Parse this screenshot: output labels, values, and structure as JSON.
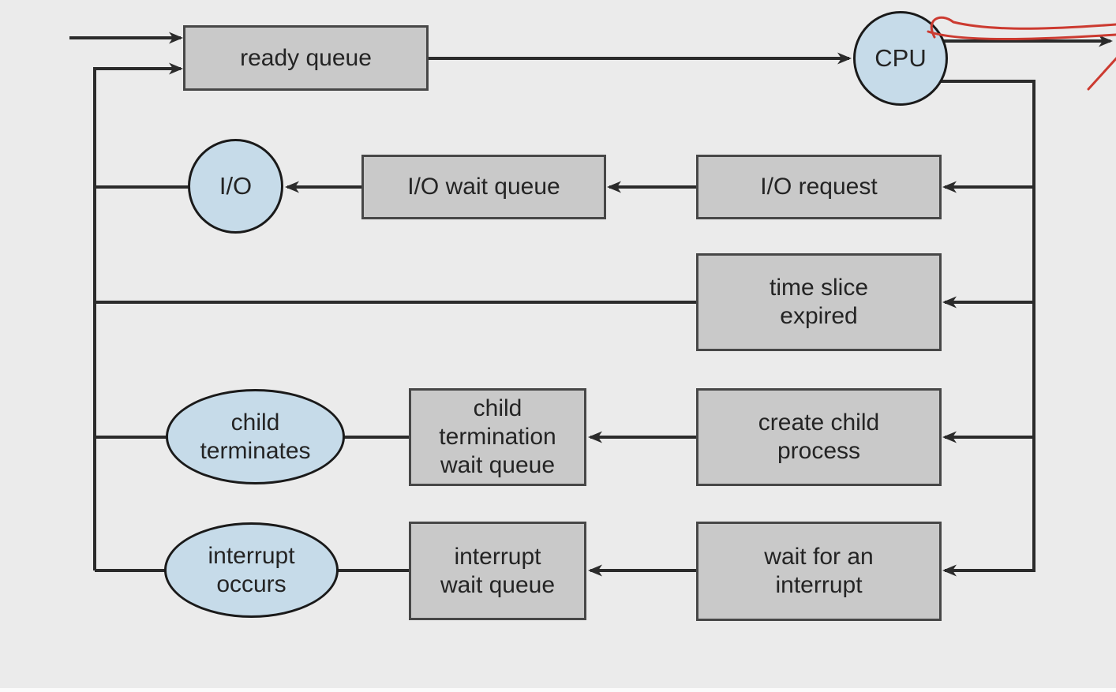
{
  "colors": {
    "background": "#ebebeb",
    "box_fill": "#c9c9c9",
    "box_border": "#474747",
    "ellipse_fill": "#c6dbe9",
    "ellipse_border": "#1a1a1a",
    "connector": "#2b2b2b",
    "text": "#242424",
    "annotation_red": "#cc3a30",
    "bottom_strip": "#fbfbfb"
  },
  "nodes": {
    "ready_queue": {
      "label": "ready queue",
      "shape": "rect"
    },
    "cpu": {
      "label": "CPU",
      "shape": "circle"
    },
    "io": {
      "label": "I/O",
      "shape": "circle"
    },
    "io_wait_queue": {
      "label": "I/O wait queue",
      "shape": "rect"
    },
    "io_request": {
      "label": "I/O request",
      "shape": "rect"
    },
    "time_slice_expired": {
      "label": "time slice\nexpired",
      "shape": "rect"
    },
    "child_terminates": {
      "label": "child\nterminates",
      "shape": "ellipse"
    },
    "child_termination_wait_queue": {
      "label": "child\ntermination\nwait queue",
      "shape": "rect"
    },
    "create_child_process": {
      "label": "create child\nprocess",
      "shape": "rect"
    },
    "interrupt_occurs": {
      "label": "interrupt\noccurs",
      "shape": "ellipse"
    },
    "interrupt_wait_queue": {
      "label": "interrupt\nwait queue",
      "shape": "rect"
    },
    "wait_for_an_interrupt": {
      "label": "wait for an\ninterrupt",
      "shape": "rect"
    }
  },
  "edges": [
    {
      "from": "entry",
      "to": "ready_queue",
      "arrow": true
    },
    {
      "from": "return_line",
      "to": "ready_queue",
      "arrow": true
    },
    {
      "from": "ready_queue",
      "to": "cpu",
      "arrow": true
    },
    {
      "from": "cpu",
      "to": "right_edge_exit",
      "arrow": true
    },
    {
      "from": "cpu",
      "to": "io_request",
      "arrow": true
    },
    {
      "from": "cpu",
      "to": "time_slice_expired",
      "arrow": true
    },
    {
      "from": "cpu",
      "to": "create_child_process",
      "arrow": true
    },
    {
      "from": "cpu",
      "to": "wait_for_an_interrupt",
      "arrow": true
    },
    {
      "from": "io_request",
      "to": "io_wait_queue",
      "arrow": true
    },
    {
      "from": "io_wait_queue",
      "to": "io",
      "arrow": true
    },
    {
      "from": "io",
      "to": "return_line",
      "arrow": false
    },
    {
      "from": "time_slice_expired",
      "to": "return_line",
      "arrow": false
    },
    {
      "from": "create_child_process",
      "to": "child_termination_wait_queue",
      "arrow": true
    },
    {
      "from": "child_termination_wait_queue",
      "to": "child_terminates",
      "arrow": false
    },
    {
      "from": "child_terminates",
      "to": "return_line",
      "arrow": false
    },
    {
      "from": "wait_for_an_interrupt",
      "to": "interrupt_wait_queue",
      "arrow": true
    },
    {
      "from": "interrupt_wait_queue",
      "to": "interrupt_occurs",
      "arrow": false
    },
    {
      "from": "interrupt_occurs",
      "to": "return_line",
      "arrow": false
    }
  ],
  "annotation": {
    "color": "#cc3a30",
    "shape": "hand-drawn-arrow",
    "location": "from CPU circle toward right screen edge"
  }
}
